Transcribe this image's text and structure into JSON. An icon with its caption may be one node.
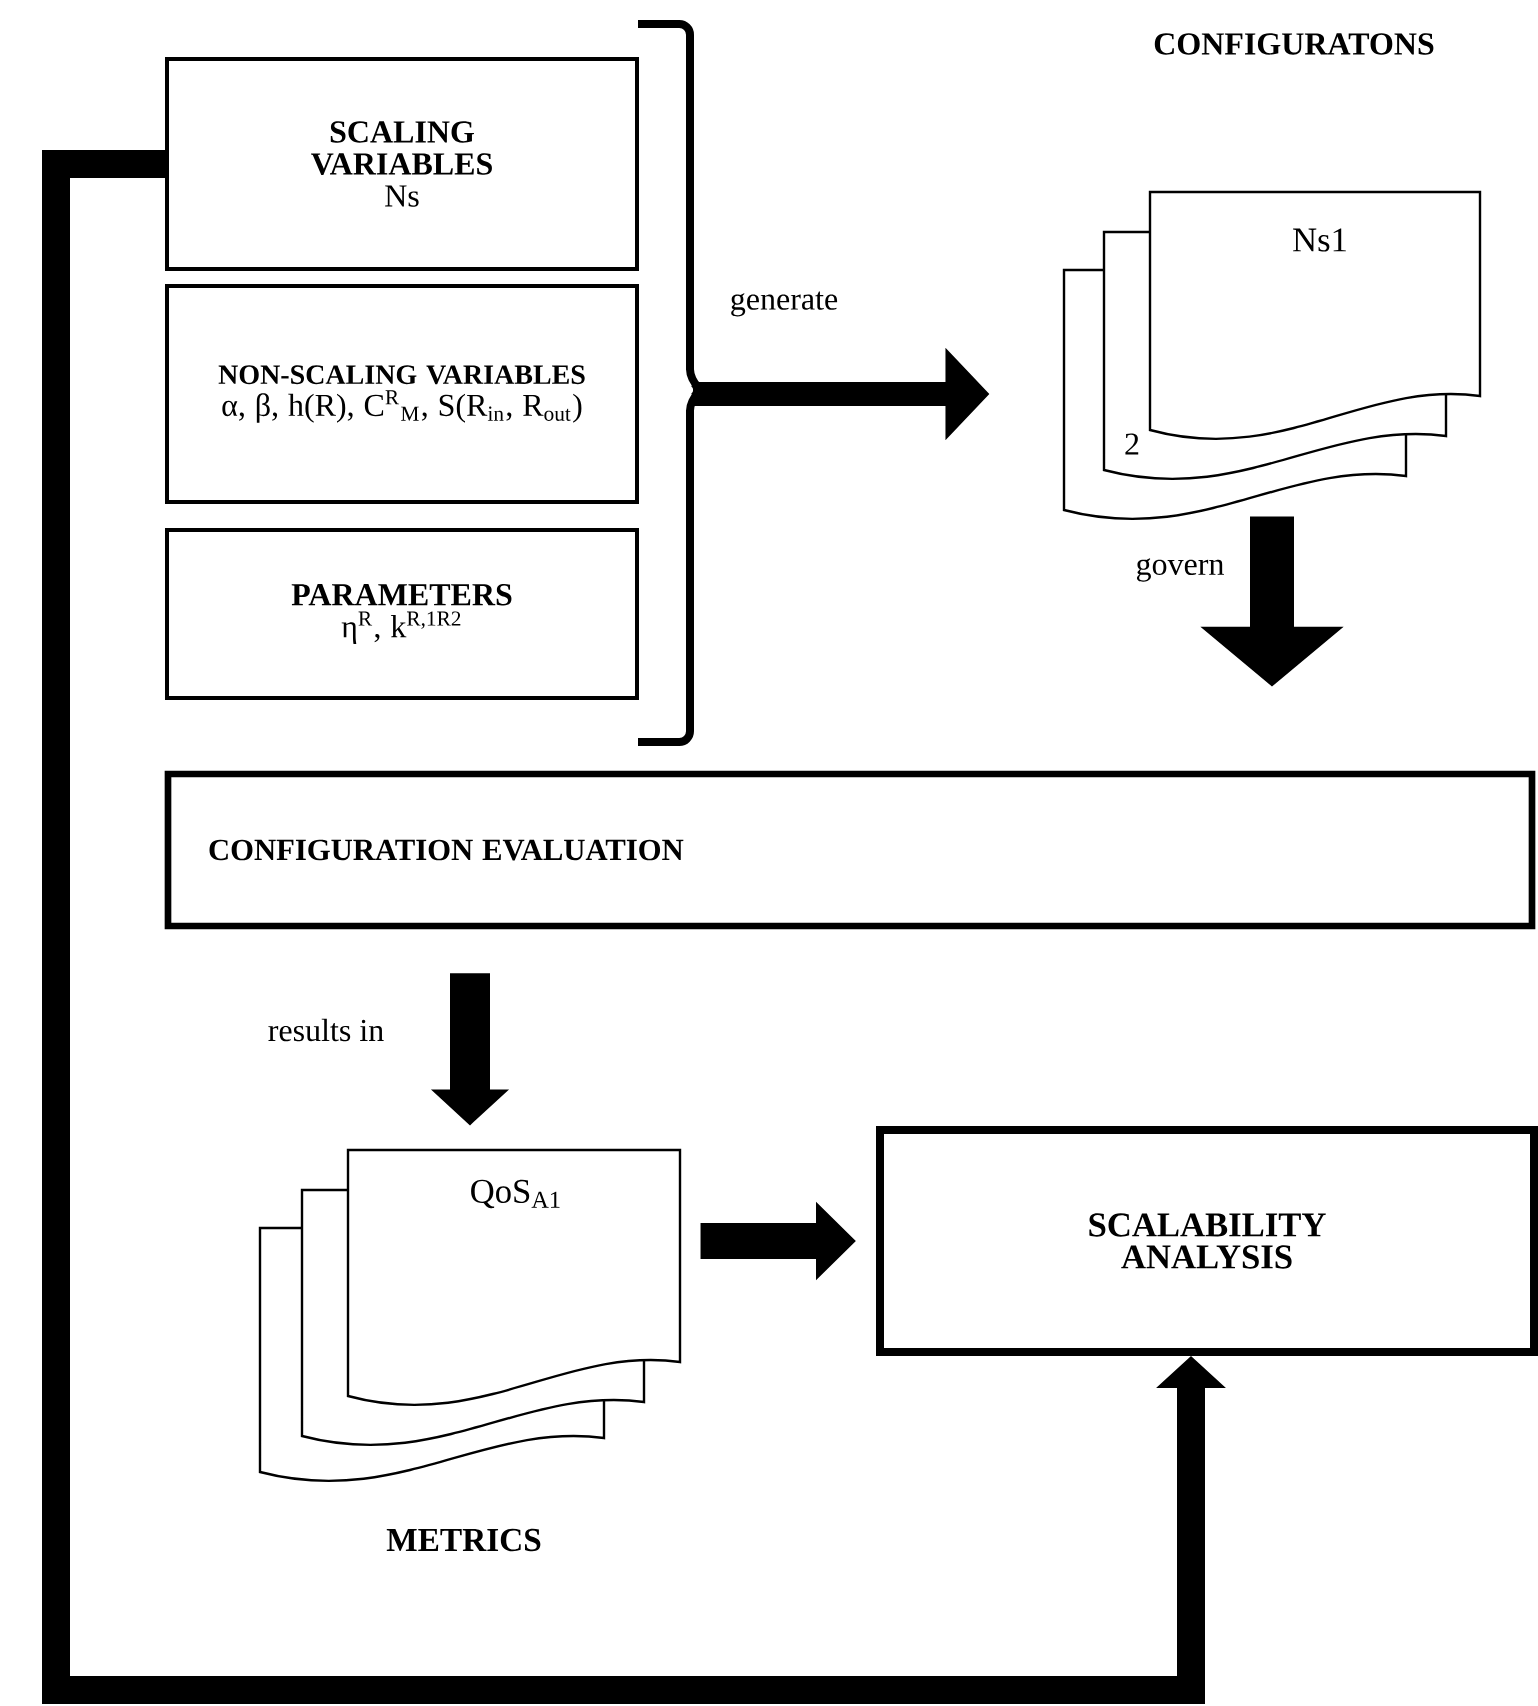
{
  "diagram": {
    "nodes": [
      {
        "text": [
          "SCALING VARIABLES",
          "Ns"
        ]
      },
      {
        "text": [
          "NON-SCALING VARIABLES",
          "α, β, h(R), C$^{R}$$_{M}$, S(R$_{in}$, R$_{out}$)"
        ]
      },
      {
        "text": [
          "PARAMETERS",
          "η$^{R}$, k$^{R,1R2}$"
        ]
      },
      {
        "text": [
          "CONFIGURATONS",
          "Ns1",
          "2"
        ]
      },
      {
        "text": [
          "CONFIGURATION EVALUATION"
        ]
      },
      {
        "text": [
          "QoS$_{A1}$",
          "METRICS"
        ]
      },
      {
        "text": [
          "SCALABILITY ANALYSIS"
        ]
      }
    ],
    "edges": [
      {
        "from": 1,
        "to": 3,
        "arrow": "to",
        "label": "generate"
      },
      {
        "from": 3,
        "to": 4,
        "arrow": "to",
        "label": "govern"
      },
      {
        "from": 4,
        "to": 5,
        "arrow": "to",
        "label": "results  in"
      },
      {
        "from": 5,
        "to": 6,
        "arrow": "to"
      },
      {
        "from": 0,
        "to": 6,
        "arrow": "to"
      }
    ]
  }
}
